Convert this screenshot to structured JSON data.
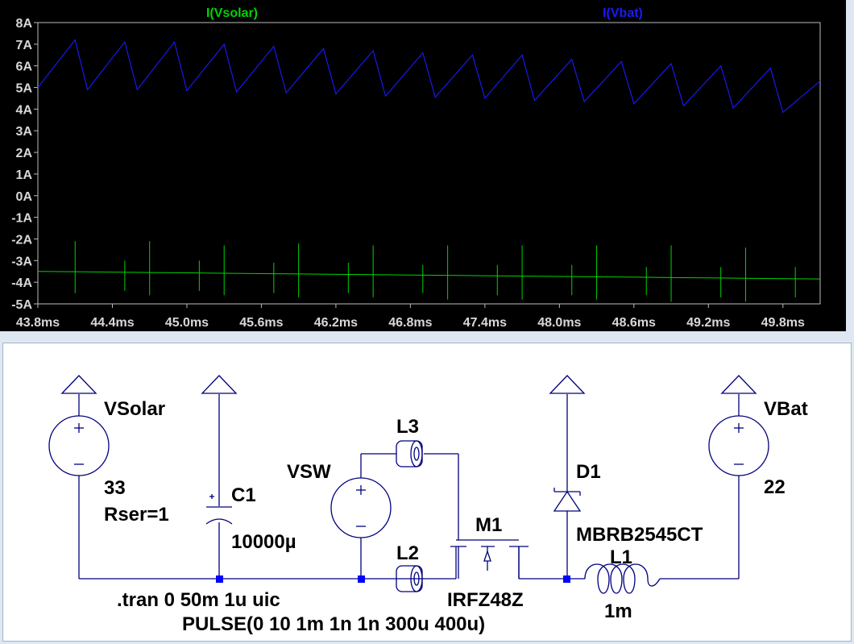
{
  "chart_data": {
    "type": "line",
    "title": "",
    "xlabel": "",
    "ylabel": "",
    "grid": false,
    "legend": "top",
    "xlim": [
      43.8,
      50.1
    ],
    "ylim": [
      -5,
      8
    ],
    "x_ticks": [
      "43.8ms",
      "44.4ms",
      "45.0ms",
      "45.6ms",
      "46.2ms",
      "46.8ms",
      "47.4ms",
      "48.0ms",
      "48.6ms",
      "49.2ms",
      "49.8ms"
    ],
    "x_tick_values": [
      43.8,
      44.4,
      45.0,
      45.6,
      46.2,
      46.8,
      47.4,
      48.0,
      48.6,
      49.2,
      49.8
    ],
    "y_ticks": [
      "8A",
      "7A",
      "6A",
      "5A",
      "4A",
      "3A",
      "2A",
      "1A",
      "0A",
      "-1A",
      "-2A",
      "-3A",
      "-4A",
      "-5A"
    ],
    "y_tick_values": [
      8,
      7,
      6,
      5,
      4,
      3,
      2,
      1,
      0,
      -1,
      -2,
      -3,
      -4,
      -5
    ],
    "series": [
      {
        "name": "I(Vsolar)",
        "color": "#00d400",
        "baseline_x": [
          43.8,
          50.1
        ],
        "baseline_y": [
          -3.5,
          -3.85
        ],
        "spikes": {
          "x": [
            44.1,
            44.5,
            44.7,
            45.1,
            45.3,
            45.7,
            45.9,
            46.3,
            46.5,
            46.9,
            47.1,
            47.5,
            47.7,
            48.1,
            48.3,
            48.7,
            48.9,
            49.3,
            49.5,
            49.9
          ],
          "up": [
            -2.1,
            -3.0,
            -2.1,
            -3.0,
            -2.3,
            -3.1,
            -2.2,
            -3.1,
            -2.3,
            -3.2,
            -2.3,
            -3.2,
            -2.3,
            -3.2,
            -2.3,
            -3.3,
            -2.3,
            -3.3,
            -2.4,
            -3.3
          ],
          "down": [
            -4.5,
            -4.4,
            -4.6,
            -4.4,
            -4.6,
            -4.5,
            -4.7,
            -4.5,
            -4.7,
            -4.5,
            -4.8,
            -4.6,
            -4.8,
            -4.6,
            -4.8,
            -4.6,
            -4.9,
            -4.7,
            -4.9,
            -4.7
          ]
        }
      },
      {
        "name": "I(Vbat)",
        "color": "#1a1aff",
        "x": [
          43.8,
          44.1,
          44.2,
          44.5,
          44.6,
          44.9,
          45.0,
          45.3,
          45.4,
          45.7,
          45.8,
          46.1,
          46.2,
          46.5,
          46.6,
          46.9,
          47.0,
          47.3,
          47.4,
          47.7,
          47.8,
          48.1,
          48.2,
          48.5,
          48.6,
          48.9,
          49.0,
          49.3,
          49.4,
          49.7,
          49.8,
          50.1
        ],
        "y": [
          5.0,
          7.2,
          4.9,
          7.1,
          4.9,
          7.1,
          4.85,
          7.0,
          4.8,
          6.9,
          4.75,
          6.8,
          4.7,
          6.7,
          4.6,
          6.6,
          4.55,
          6.5,
          4.5,
          6.5,
          4.4,
          6.3,
          4.35,
          6.2,
          4.25,
          6.1,
          4.15,
          6.0,
          4.05,
          5.9,
          3.85,
          5.3
        ]
      }
    ]
  },
  "schematic": {
    "vsolar": {
      "name": "VSolar",
      "value": "33",
      "param": "Rser=1"
    },
    "c1": {
      "name": "C1",
      "value": "10000µ"
    },
    "vsw": {
      "name": "VSW",
      "value": "PULSE(0 10 1m 1n 1n 300u 400u)"
    },
    "l3": {
      "name": "L3"
    },
    "l2": {
      "name": "L2"
    },
    "m1": {
      "name": "M1",
      "value": "IRFZ48Z"
    },
    "d1": {
      "name": "D1",
      "value": "MBRB2545CT"
    },
    "l1": {
      "name": "L1",
      "value": "1m"
    },
    "vbat": {
      "name": "VBat",
      "value": "22"
    },
    "directive": ".tran 0 50m 1u uic",
    "colors": {
      "wire": "#00007f",
      "node": "#0000ff",
      "text": "#000000"
    }
  }
}
